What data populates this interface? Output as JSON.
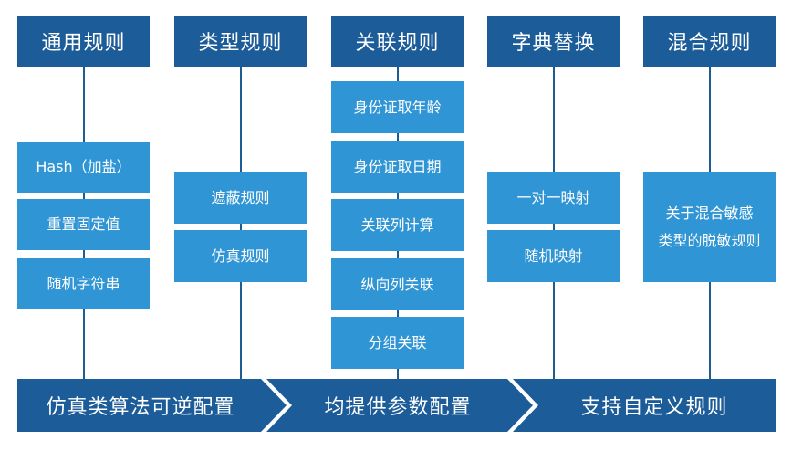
{
  "columns": [
    {
      "header": "通用规则",
      "items": [
        "Hash（加盐）",
        "重置固定值",
        "随机字符串"
      ]
    },
    {
      "header": "类型规则",
      "items": [
        "遮蔽规则",
        "仿真规则"
      ]
    },
    {
      "header": "关联规则",
      "items": [
        "身份证取年龄",
        "身份证取日期",
        "关联列计算",
        "纵向列关联",
        "分组关联"
      ]
    },
    {
      "header": "字典替换",
      "items": [
        "一对一映射",
        "随机映射"
      ]
    },
    {
      "header": "混合规则",
      "items": [
        "关于混合敏感",
        "类型的脱敏规则"
      ]
    }
  ],
  "bottom_band": [
    "仿真类算法可逆配置",
    "均提供参数配置",
    "支持自定义规则"
  ],
  "colors": {
    "header": "#1b5c99",
    "box": "#2f95d4",
    "band": "#1b5c99",
    "line": "#1d5d92"
  }
}
